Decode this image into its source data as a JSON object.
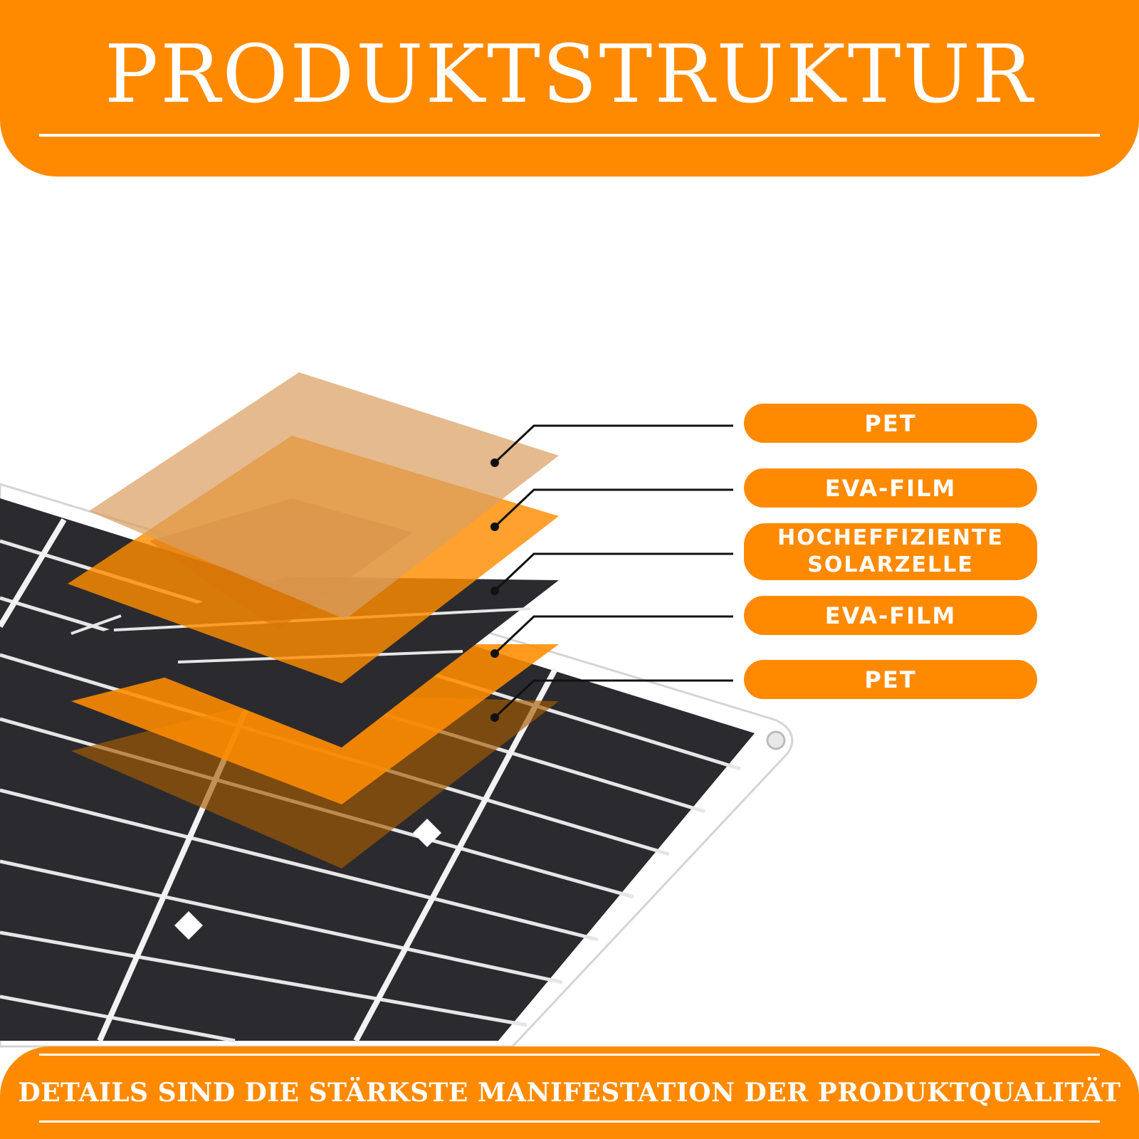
{
  "header": {
    "title": "PRODUKTSTRUKTUR"
  },
  "layers": [
    {
      "label": "PET",
      "line1": "PET",
      "line2": ""
    },
    {
      "label": "EVA-FILM",
      "line1": "EVA-FILM",
      "line2": ""
    },
    {
      "label": "HOCHEFFIZIENTE SOLARZELLE",
      "line1": "HOCHEFFIZIENTE",
      "line2": "SOLARZELLE"
    },
    {
      "label": "EVA-FILM",
      "line1": "EVA-FILM",
      "line2": ""
    },
    {
      "label": "PET",
      "line1": "PET",
      "line2": ""
    }
  ],
  "footer": {
    "text": "DETAILS SIND DIE STÄRKSTE MANIFESTATION DER PRODUKTQUALITÄT"
  },
  "colors": {
    "accent": "#FF8A00",
    "panel": "#2B2B2F",
    "pet_film": "#E0B57E",
    "eva_film": "#FF8C00"
  }
}
